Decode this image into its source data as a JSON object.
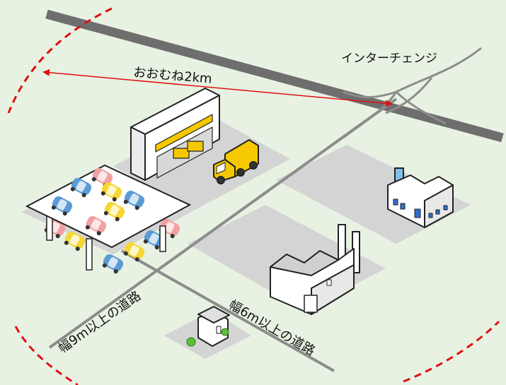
{
  "labels": {
    "interchange": "インターチェンジ",
    "distance": "おおむね2km",
    "road_9m": "幅9m以上の道路",
    "road_6m": "幅6m以上の道路"
  },
  "colors": {
    "background": "#e8f2e2",
    "lot": "#d4d4d4",
    "highway": "#6e6e6e",
    "road": "#8c8c8c",
    "radius_arc": "#e01010",
    "distance_arrow": "#e01010",
    "truck": "#f5c800",
    "car_blue": "#5b9bd5",
    "car_yellow": "#f5d632",
    "car_pink": "#f2a0a0",
    "factory_window": "#2f6fd0",
    "plant": "#5fbf3a"
  },
  "icons": [
    "warehouse-icon",
    "truck-icon",
    "parking-structure-icon",
    "factory-icon",
    "plant-icon",
    "house-icon"
  ]
}
